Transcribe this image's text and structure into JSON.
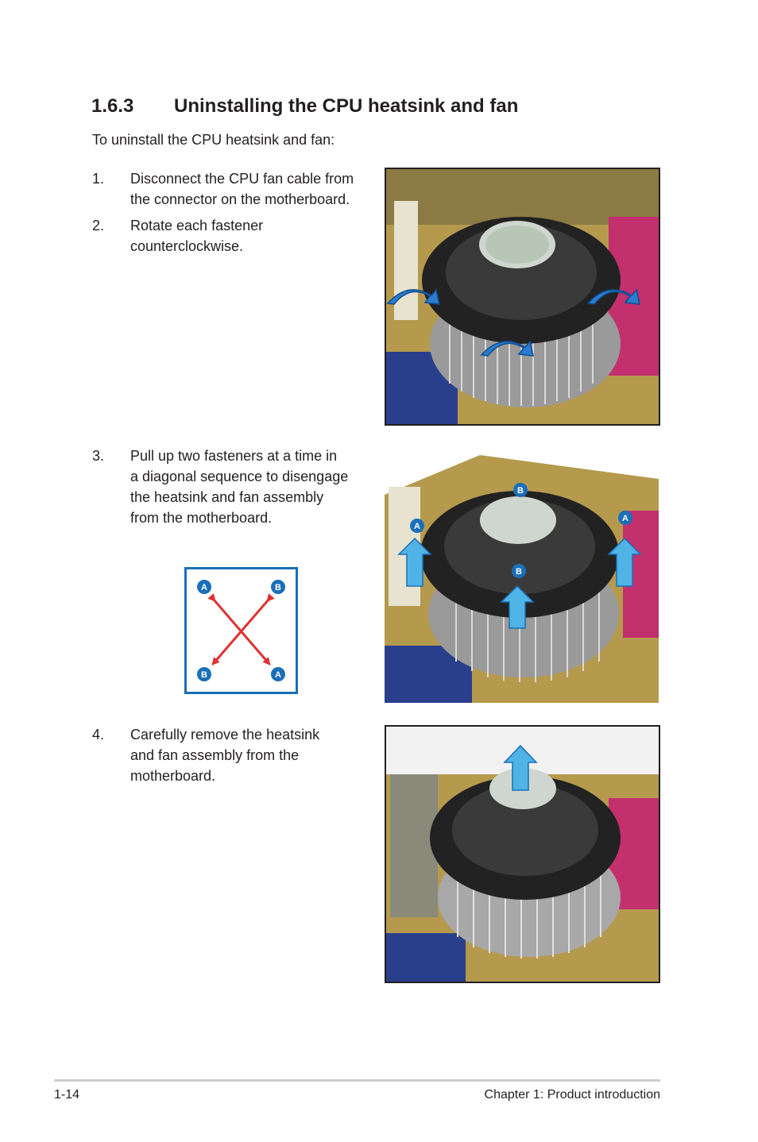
{
  "section": {
    "number": "1.6.3",
    "title": "Uninstalling the CPU heatsink and fan"
  },
  "intro": "To uninstall the CPU heatsink and fan:",
  "steps": [
    {
      "num": "1.",
      "lines": [
        "Disconnect the CPU fan cable from",
        "the connector on the motherboard."
      ]
    },
    {
      "num": "2.",
      "lines": [
        "Rotate each fastener",
        "counterclockwise."
      ]
    },
    {
      "num": "3.",
      "lines": [
        "Pull up two fasteners at a time in",
        "a diagonal sequence to disengage",
        "the heatsink and fan assembly",
        "from the motherboard."
      ]
    },
    {
      "num": "4.",
      "lines": [
        "Carefully remove the heatsink",
        "and fan assembly from the",
        "motherboard."
      ]
    }
  ],
  "diagram": {
    "corner_labels": {
      "top_left": "A",
      "top_right": "B",
      "bottom_left": "B",
      "bottom_right": "A"
    },
    "colors": {
      "frame": "#1a6fb8",
      "arrows": "#e03131"
    }
  },
  "photo2_labels": {
    "left": "A",
    "right": "A",
    "top": "B",
    "center": "B"
  },
  "footer": {
    "page": "1-14",
    "chapter": "Chapter 1: Product introduction"
  },
  "colors": {
    "accent_blue": "#1a6fb8",
    "arrow_fill": "#4fb3e6"
  }
}
